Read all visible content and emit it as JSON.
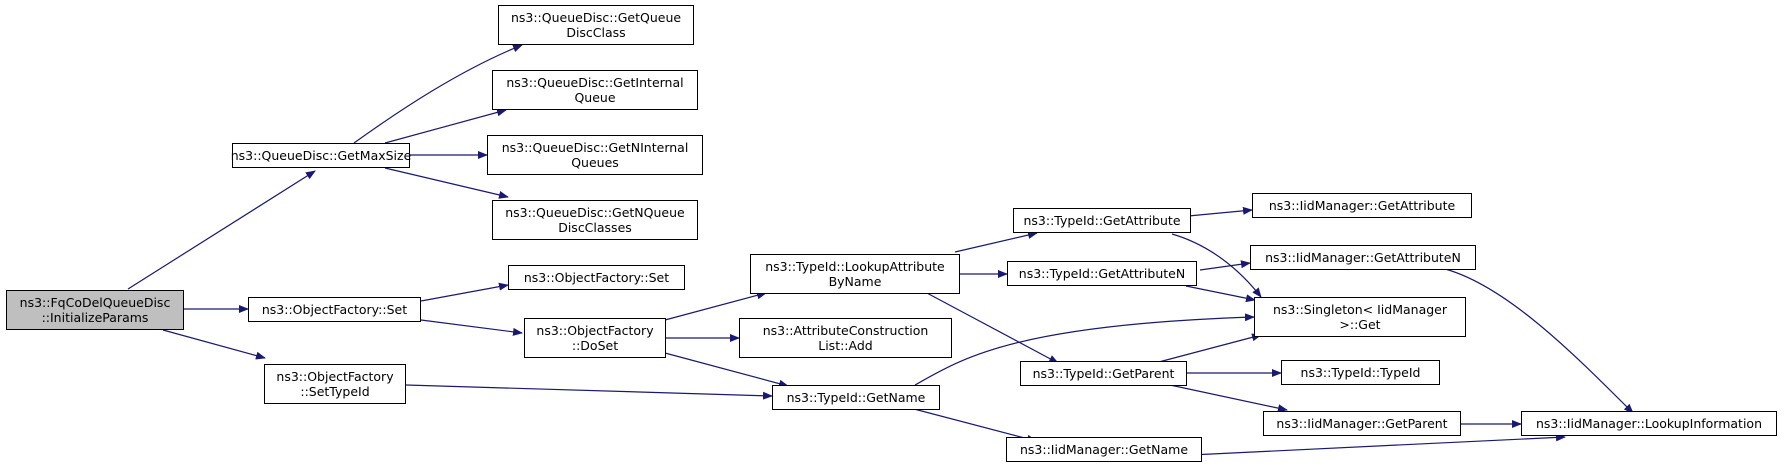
{
  "diagram": {
    "type": "call-graph",
    "edge_color": "#191970",
    "root_fill": "#bfbfbf",
    "nodes": [
      {
        "id": "fq",
        "lines": [
          "ns3::FqCoDelQueueDisc",
          "::InitializeParams"
        ],
        "root": true
      },
      {
        "id": "gms",
        "lines": [
          "ns3::QueueDisc::GetMaxSize"
        ]
      },
      {
        "id": "gqdc",
        "lines": [
          "ns3::QueueDisc::GetQueue",
          "DiscClass"
        ]
      },
      {
        "id": "giq",
        "lines": [
          "ns3::QueueDisc::GetInternal",
          "Queue"
        ]
      },
      {
        "id": "gniq",
        "lines": [
          "ns3::QueueDisc::GetNInternal",
          "Queues"
        ]
      },
      {
        "id": "gnqdc",
        "lines": [
          "ns3::QueueDisc::GetNQueue",
          "DiscClasses"
        ]
      },
      {
        "id": "ofs",
        "lines": [
          "ns3::ObjectFactory::Set"
        ]
      },
      {
        "id": "ofs2",
        "lines": [
          "ns3::ObjectFactory::Set"
        ]
      },
      {
        "id": "ofd",
        "lines": [
          "ns3::ObjectFactory",
          "::DoSet"
        ]
      },
      {
        "id": "ofst",
        "lines": [
          "ns3::ObjectFactory",
          "::SetTypeId"
        ]
      },
      {
        "id": "tla",
        "lines": [
          "ns3::TypeId::LookupAttribute",
          "ByName"
        ]
      },
      {
        "id": "acl",
        "lines": [
          "ns3::AttributeConstruction",
          "List::Add"
        ]
      },
      {
        "id": "tgn",
        "lines": [
          "ns3::TypeId::GetName"
        ]
      },
      {
        "id": "tga",
        "lines": [
          "ns3::TypeId::GetAttribute"
        ]
      },
      {
        "id": "tgan",
        "lines": [
          "ns3::TypeId::GetAttributeN"
        ]
      },
      {
        "id": "tgp",
        "lines": [
          "ns3::TypeId::GetParent"
        ]
      },
      {
        "id": "imgn",
        "lines": [
          "ns3::IidManager::GetName"
        ]
      },
      {
        "id": "imga",
        "lines": [
          "ns3::IidManager::GetAttribute"
        ]
      },
      {
        "id": "imgan",
        "lines": [
          "ns3::IidManager::GetAttributeN"
        ]
      },
      {
        "id": "sg",
        "lines": [
          "ns3::Singleton< IidManager",
          ">::Get"
        ]
      },
      {
        "id": "tti",
        "lines": [
          "ns3::TypeId::TypeId"
        ]
      },
      {
        "id": "imgp",
        "lines": [
          "ns3::IidManager::GetParent"
        ]
      },
      {
        "id": "imli",
        "lines": [
          "ns3::IidManager::LookupInformation"
        ]
      }
    ]
  }
}
